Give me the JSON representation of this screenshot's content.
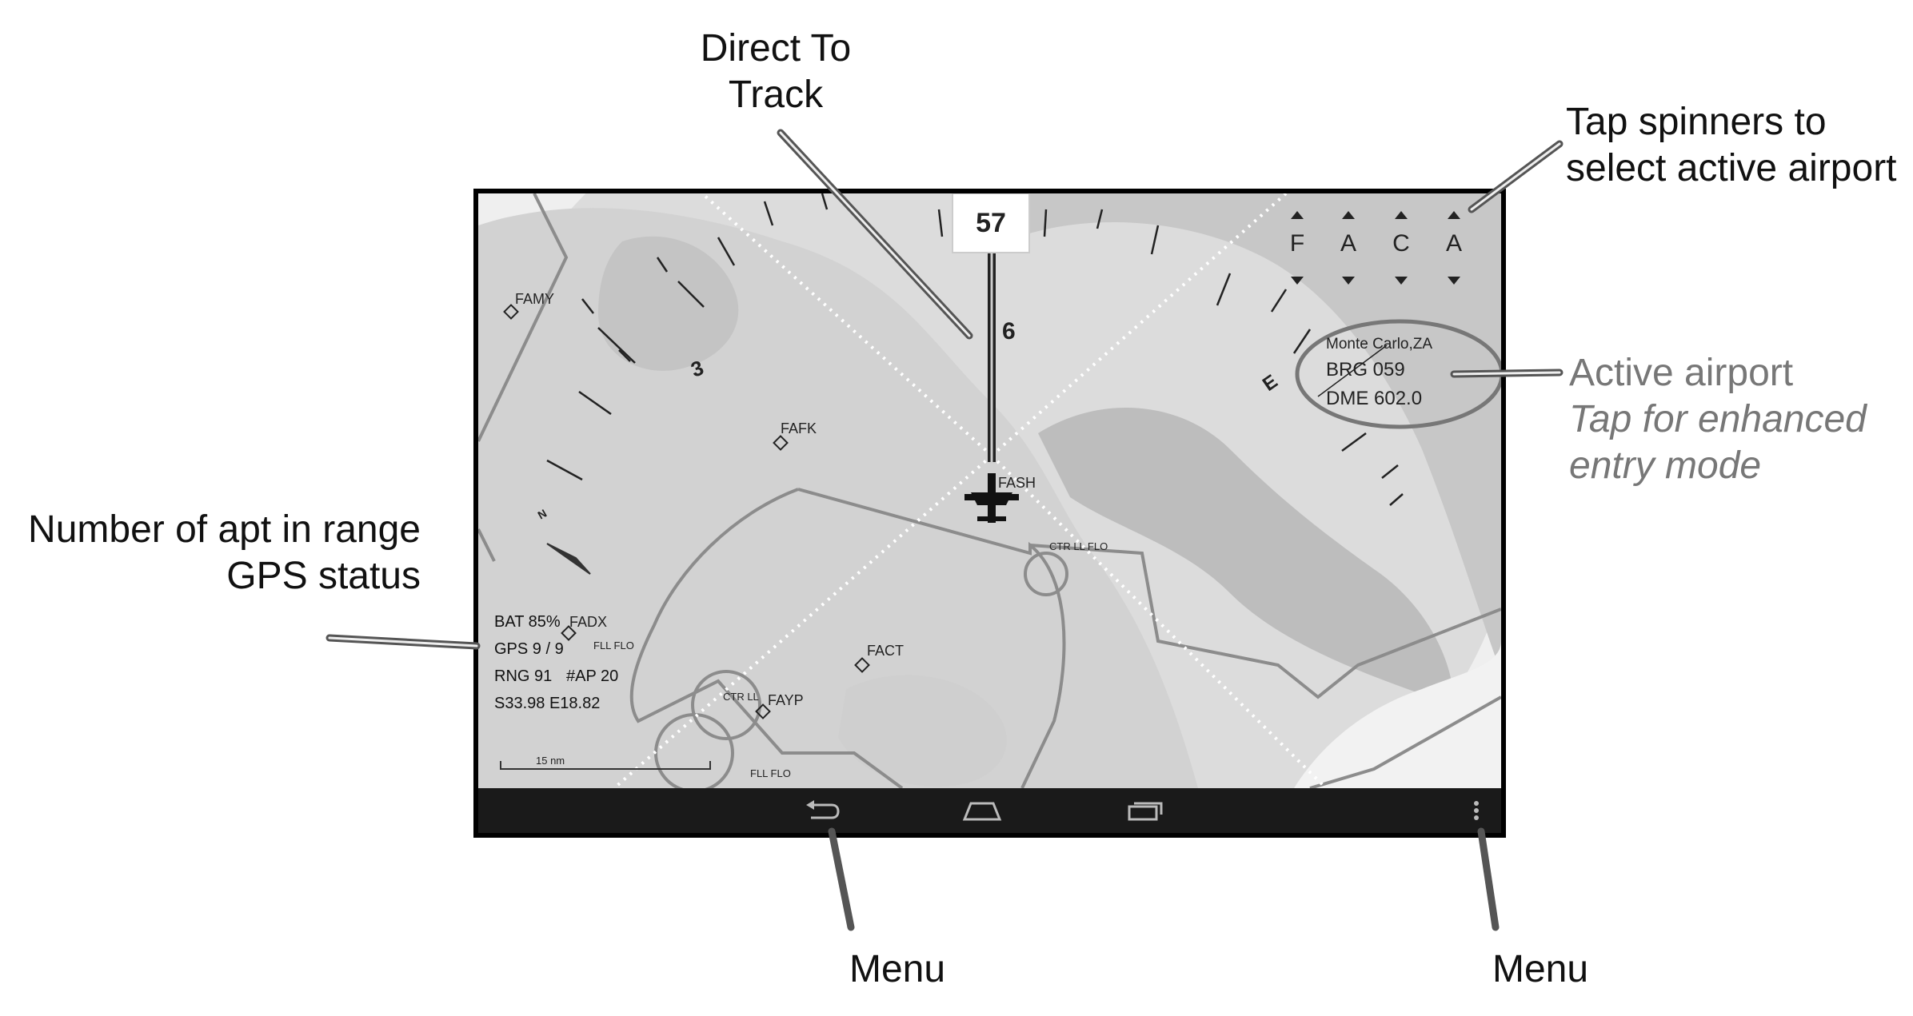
{
  "callouts": {
    "direct_to": [
      "Direct To",
      "Track"
    ],
    "tap_spinners": [
      "Tap spinners to",
      "select active airport"
    ],
    "active_airport": {
      "title": "Active airport",
      "subtitle": [
        "Tap for enhanced",
        "entry mode"
      ]
    },
    "num_apt": [
      "Number of apt in range",
      "GPS status"
    ],
    "menu_bottom_center": "Menu",
    "menu_bottom_right": "Menu"
  },
  "heading": {
    "value": "57",
    "compass_labels": {
      "three": "3",
      "six": "6",
      "east": "E",
      "north": "N"
    }
  },
  "spinners": {
    "letters": [
      "F",
      "A",
      "C",
      "A"
    ]
  },
  "active_airport": {
    "name": "Monte Carlo,ZA",
    "brg": "BRG  059",
    "dme": "DME 602.0"
  },
  "status": {
    "bat": "BAT  85%",
    "gps": "GPS 9 / 9",
    "rng": "RNG 91",
    "num_ap": "#AP 20",
    "position": "S33.98 E18.82"
  },
  "airports": [
    {
      "id": "FAMY",
      "label": "FAMY"
    },
    {
      "id": "FAFK",
      "label": "FAFK"
    },
    {
      "id": "FASH",
      "label": "FASH"
    },
    {
      "id": "FADX",
      "label": "FADX"
    },
    {
      "id": "FACT",
      "label": "FACT"
    },
    {
      "id": "FAYP",
      "label": "FAYP"
    }
  ],
  "airspace_labels": {
    "ctr_top": "CTR LL FLO",
    "fadx_sub": "FLL FLO",
    "fayp_ctr": "CTR LL",
    "fayp_sub": "FLL FLO"
  },
  "scale_bar": {
    "label": "15 nm"
  },
  "nav_bar": {
    "back": "back-button",
    "home": "home-button",
    "recent": "recent-apps-button",
    "menu": "overflow-menu-button"
  },
  "colors": {
    "map_light": "#e9e9e9",
    "terrain": "#c9c9c9",
    "airspace_line": "#8c8c8c",
    "nav_bar": "#1a1a1a"
  }
}
